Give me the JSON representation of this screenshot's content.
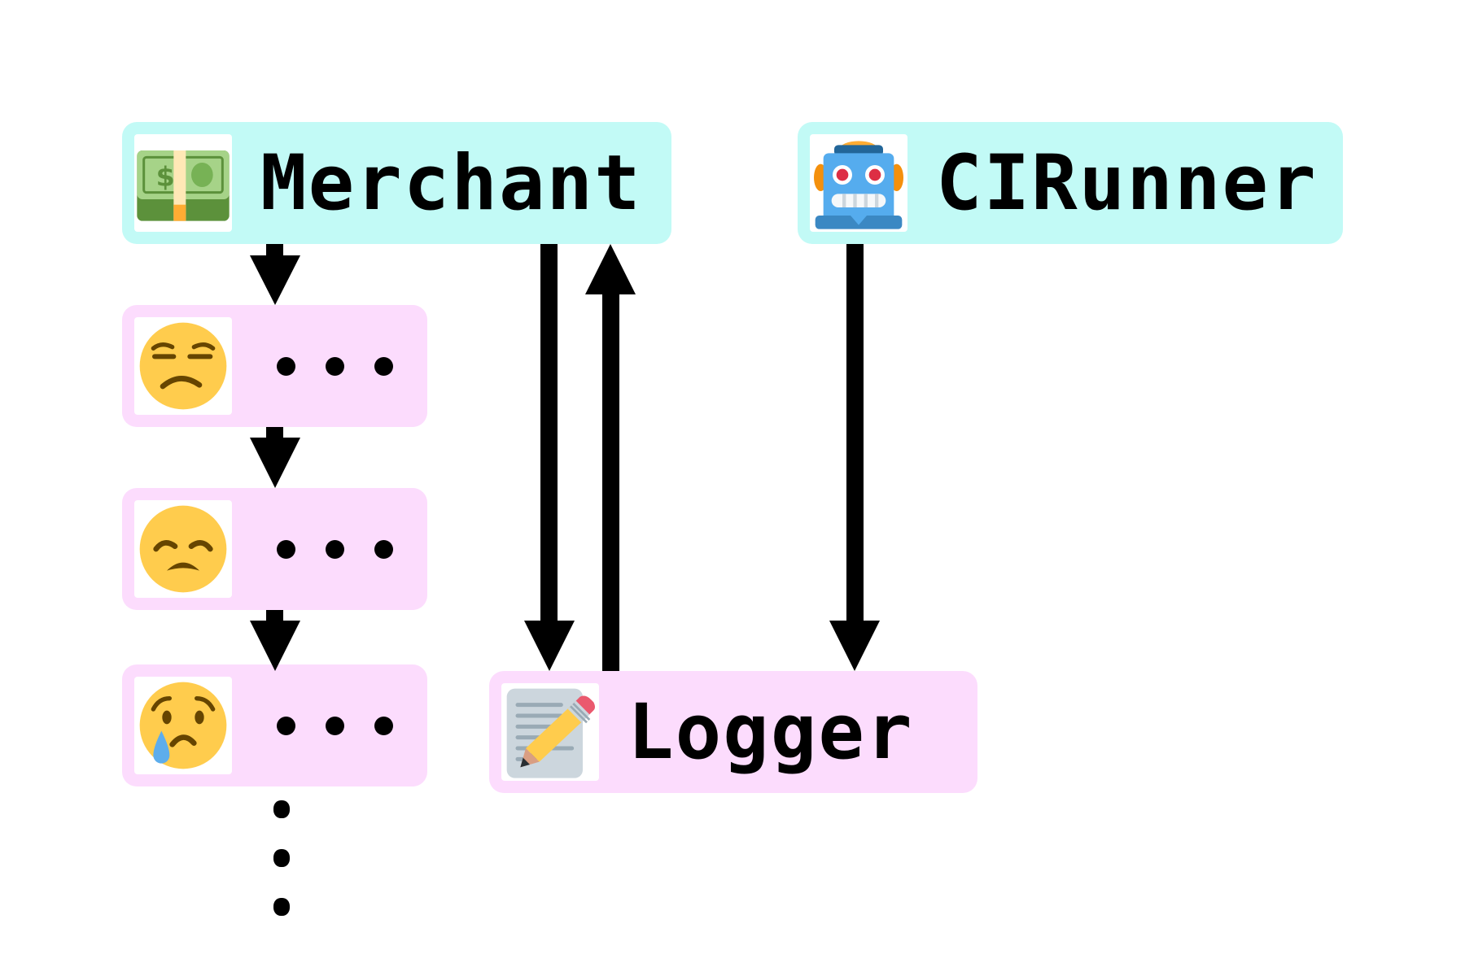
{
  "diagram": {
    "nodes": {
      "merchant": {
        "label": "Merchant",
        "icon": "money-bill-icon",
        "color": "#c2faf6"
      },
      "ci_runner": {
        "label": "CIRunner",
        "icon": "robot-icon",
        "color": "#c2faf6"
      },
      "logger": {
        "label": "Logger",
        "icon": "memo-pencil-icon",
        "color": "#fcdcfd"
      },
      "state_1": {
        "label": "...",
        "icon": "unamused-face-icon",
        "color": "#fcdcfd"
      },
      "state_2": {
        "label": "...",
        "icon": "disappointed-face-icon",
        "color": "#fcdcfd"
      },
      "state_3": {
        "label": "...",
        "icon": "crying-face-icon",
        "color": "#fcdcfd"
      }
    },
    "edges": [
      {
        "from": "merchant",
        "to": "state_1"
      },
      {
        "from": "state_1",
        "to": "state_2"
      },
      {
        "from": "state_2",
        "to": "state_3"
      },
      {
        "from": "merchant",
        "to": "logger"
      },
      {
        "from": "logger",
        "to": "merchant"
      },
      {
        "from": "ci_runner",
        "to": "logger"
      }
    ],
    "continuation": "vertical-ellipsis"
  }
}
